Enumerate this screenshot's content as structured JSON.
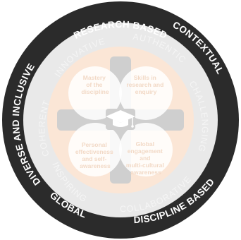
{
  "outer_ring": {
    "top": "RESEARCH BASED",
    "left": "DIVERSE AND INCLUSIVE",
    "right": "CONTEXTUAL",
    "bottom_left": "GLOBAL",
    "bottom_right": "DISCIPLINE BASED"
  },
  "inner_ring": {
    "authentic": "AUTHENTIC",
    "innovative": "INNOVATIVE",
    "coherent": "COHERENT",
    "challenging": "CHALLENGING",
    "inspiring": "INSPIRING",
    "collaborative": "COLLABORATIVE"
  },
  "quadrants": [
    {
      "lines": [
        "Mastery",
        "of the",
        "discipline"
      ]
    },
    {
      "lines": [
        "Skills in",
        "research and",
        "enquiry"
      ]
    },
    {
      "lines": [
        "Personal",
        "effectiveness",
        "and self-",
        "awareness"
      ]
    },
    {
      "lines": [
        "Global",
        "engagement",
        "and",
        "multi-cultural",
        "awareness"
      ]
    }
  ],
  "center_icon": "graduation-cap-icon",
  "colors": {
    "outer_ring": "#2b2b2b",
    "inner_ring": "#e9e9e9",
    "core": "#fbe6d6",
    "quadrant": "#ffffff",
    "cross": "#c9c9c9",
    "cap": "#ffffff"
  }
}
